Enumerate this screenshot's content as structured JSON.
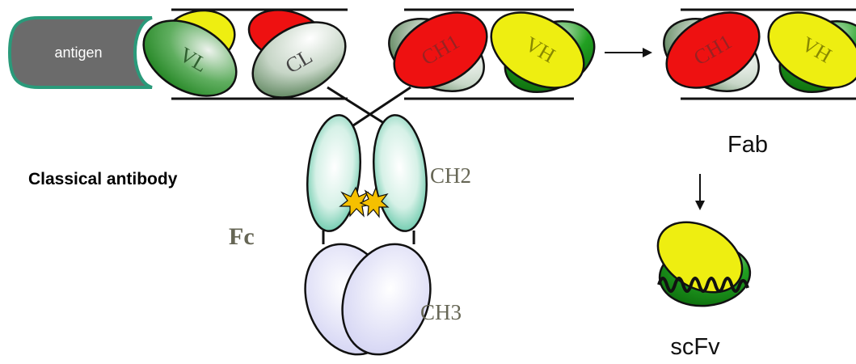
{
  "diagram": {
    "antigen_label": "antigen",
    "domains": {
      "vl": "VL",
      "cl": "CL",
      "ch1": "CH1",
      "vh": "VH",
      "ch2": "CH2",
      "ch3": "CH3"
    },
    "fab_domains": {
      "ch1": "CH1",
      "vh": "VH"
    },
    "labels": {
      "classical_antibody": "Classical antibody",
      "fc": "Fc",
      "fab": "Fab",
      "scfv": "scFv"
    },
    "colors": {
      "red": "#ee1111",
      "yellow": "#eeee11",
      "green_dark": "#1a8f1a",
      "green_light": "#eef3ee",
      "teal": "#2db38a",
      "lavender": "#d8d8f4",
      "antigen_gray": "#6b6b6b",
      "antigen_border": "#2a9a7a",
      "serif_text": "#666655"
    }
  }
}
